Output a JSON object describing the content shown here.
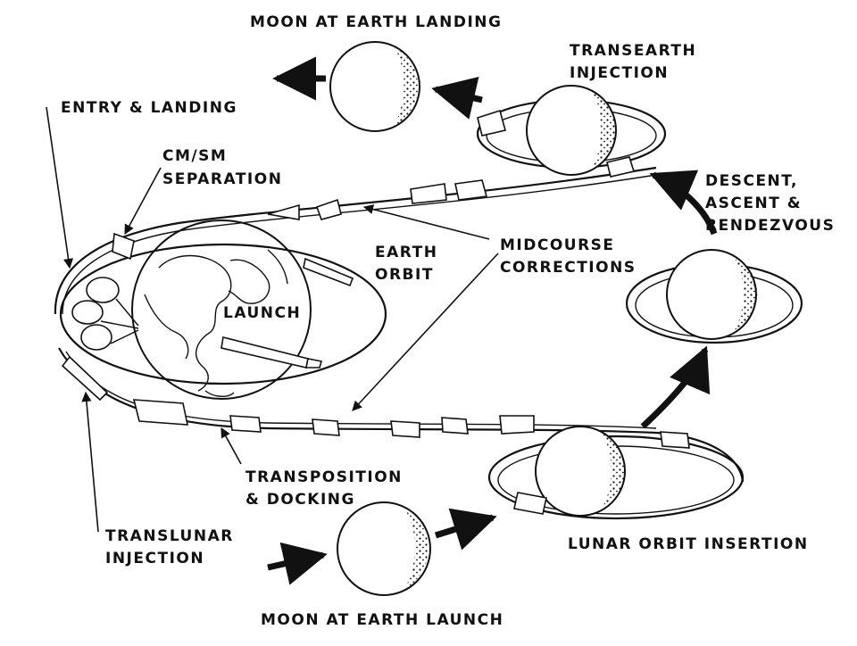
{
  "labels": {
    "moon_at_earth_landing": "MOON AT EARTH LANDING",
    "transearth_1": "TRANSEARTH",
    "transearth_2": "INJECTION",
    "entry_landing": "ENTRY & LANDING",
    "cmsm_1": "CM/SM",
    "cmsm_2": "SEPARATION",
    "descent_1": "DESCENT,",
    "descent_2": "ASCENT &",
    "descent_3": "RENDEZVOUS",
    "earth_orbit_1": "EARTH",
    "earth_orbit_2": "ORBIT",
    "midcourse_1": "MIDCOURSE",
    "midcourse_2": "CORRECTIONS",
    "launch": "LAUNCH",
    "transposition_1": "TRANSPOSITION",
    "transposition_2": "& DOCKING",
    "translunar_1": "TRANSLUNAR",
    "translunar_2": "INJECTION",
    "lunar_orbit_insertion": "LUNAR ORBIT INSERTION",
    "moon_at_earth_launch": "MOON AT EARTH LAUNCH"
  },
  "colors": {
    "ink": "#111111",
    "paper": "#ffffff"
  }
}
